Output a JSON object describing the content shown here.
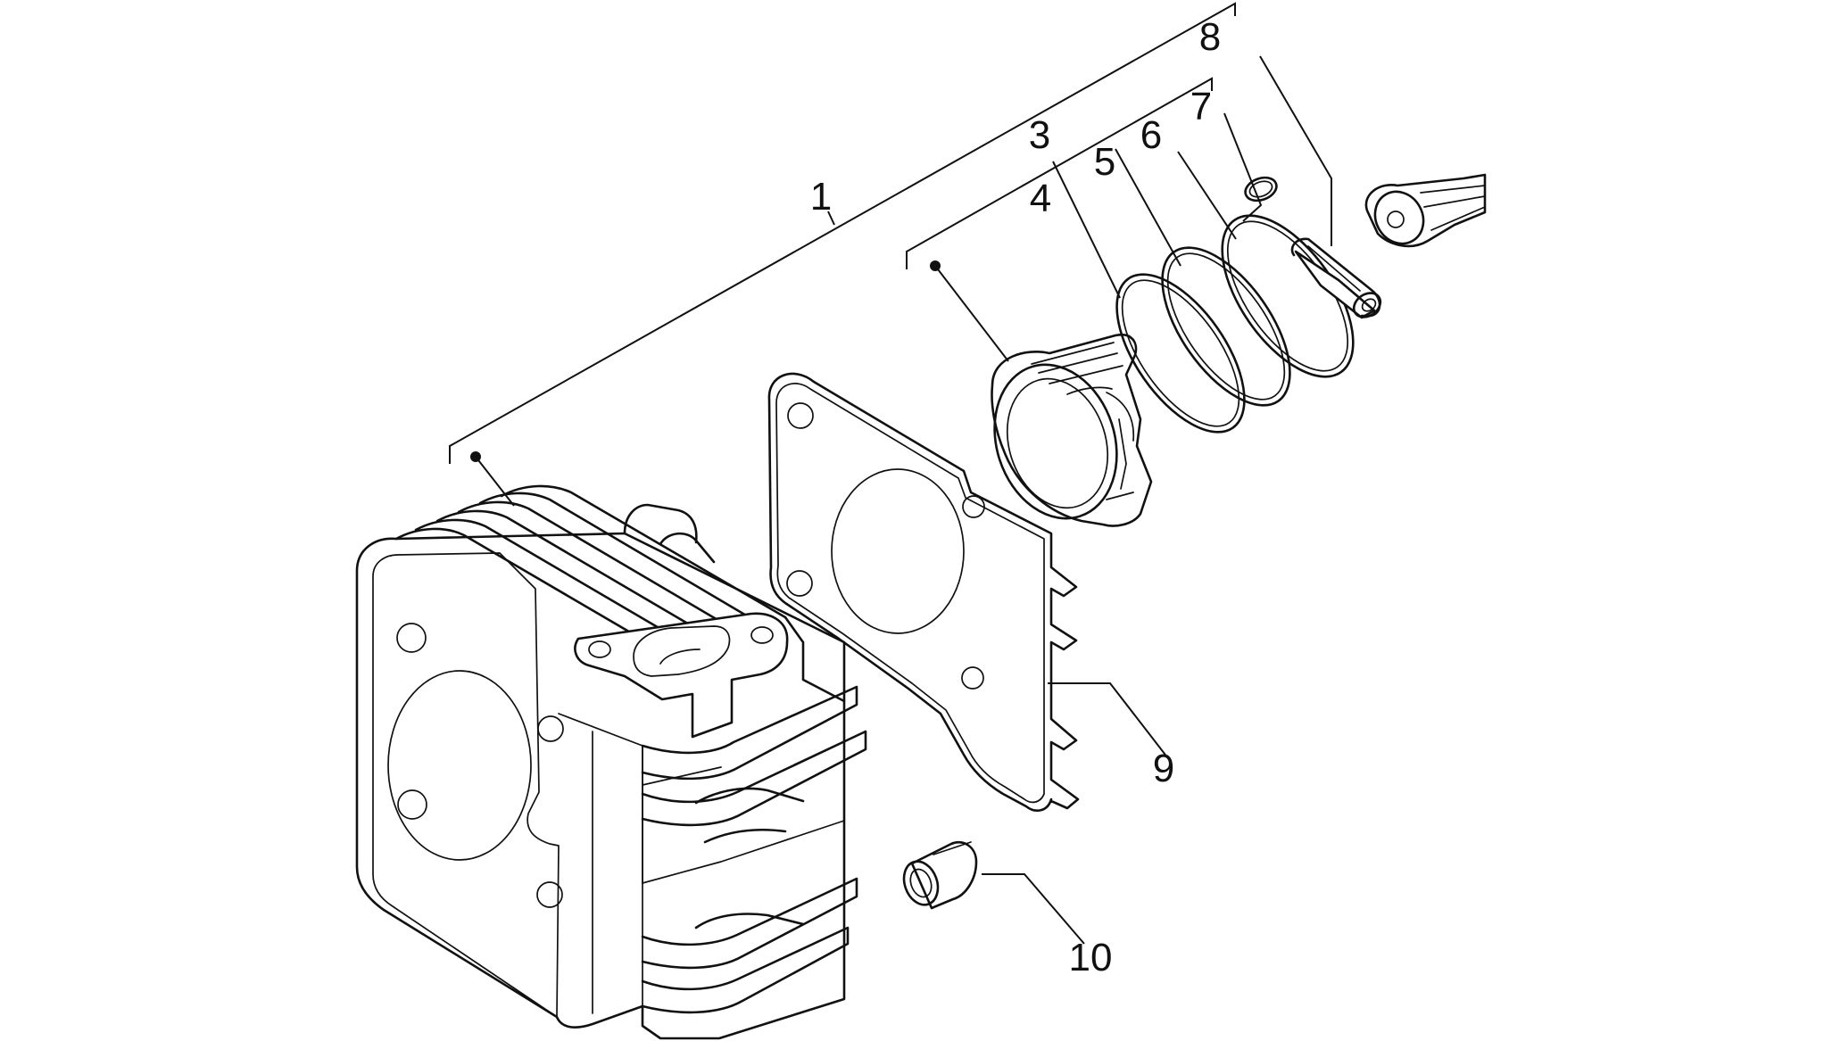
{
  "callouts": [
    {
      "id": "1",
      "label": "1"
    },
    {
      "id": "3",
      "label": "3"
    },
    {
      "id": "4",
      "label": "4"
    },
    {
      "id": "5",
      "label": "5"
    },
    {
      "id": "6",
      "label": "6"
    },
    {
      "id": "7",
      "label": "7"
    },
    {
      "id": "8",
      "label": "8"
    },
    {
      "id": "9",
      "label": "9"
    },
    {
      "id": "10",
      "label": "10"
    }
  ]
}
